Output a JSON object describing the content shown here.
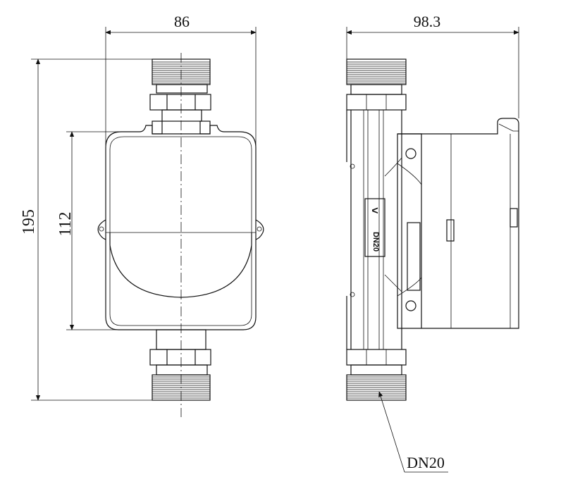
{
  "dimensions": {
    "front_width": "86",
    "side_width": "98.3",
    "total_height": "195",
    "body_height": "112",
    "connection_size": "DN20"
  },
  "flow_marker": {
    "arrow_glyph": "<",
    "label": "DN20"
  }
}
